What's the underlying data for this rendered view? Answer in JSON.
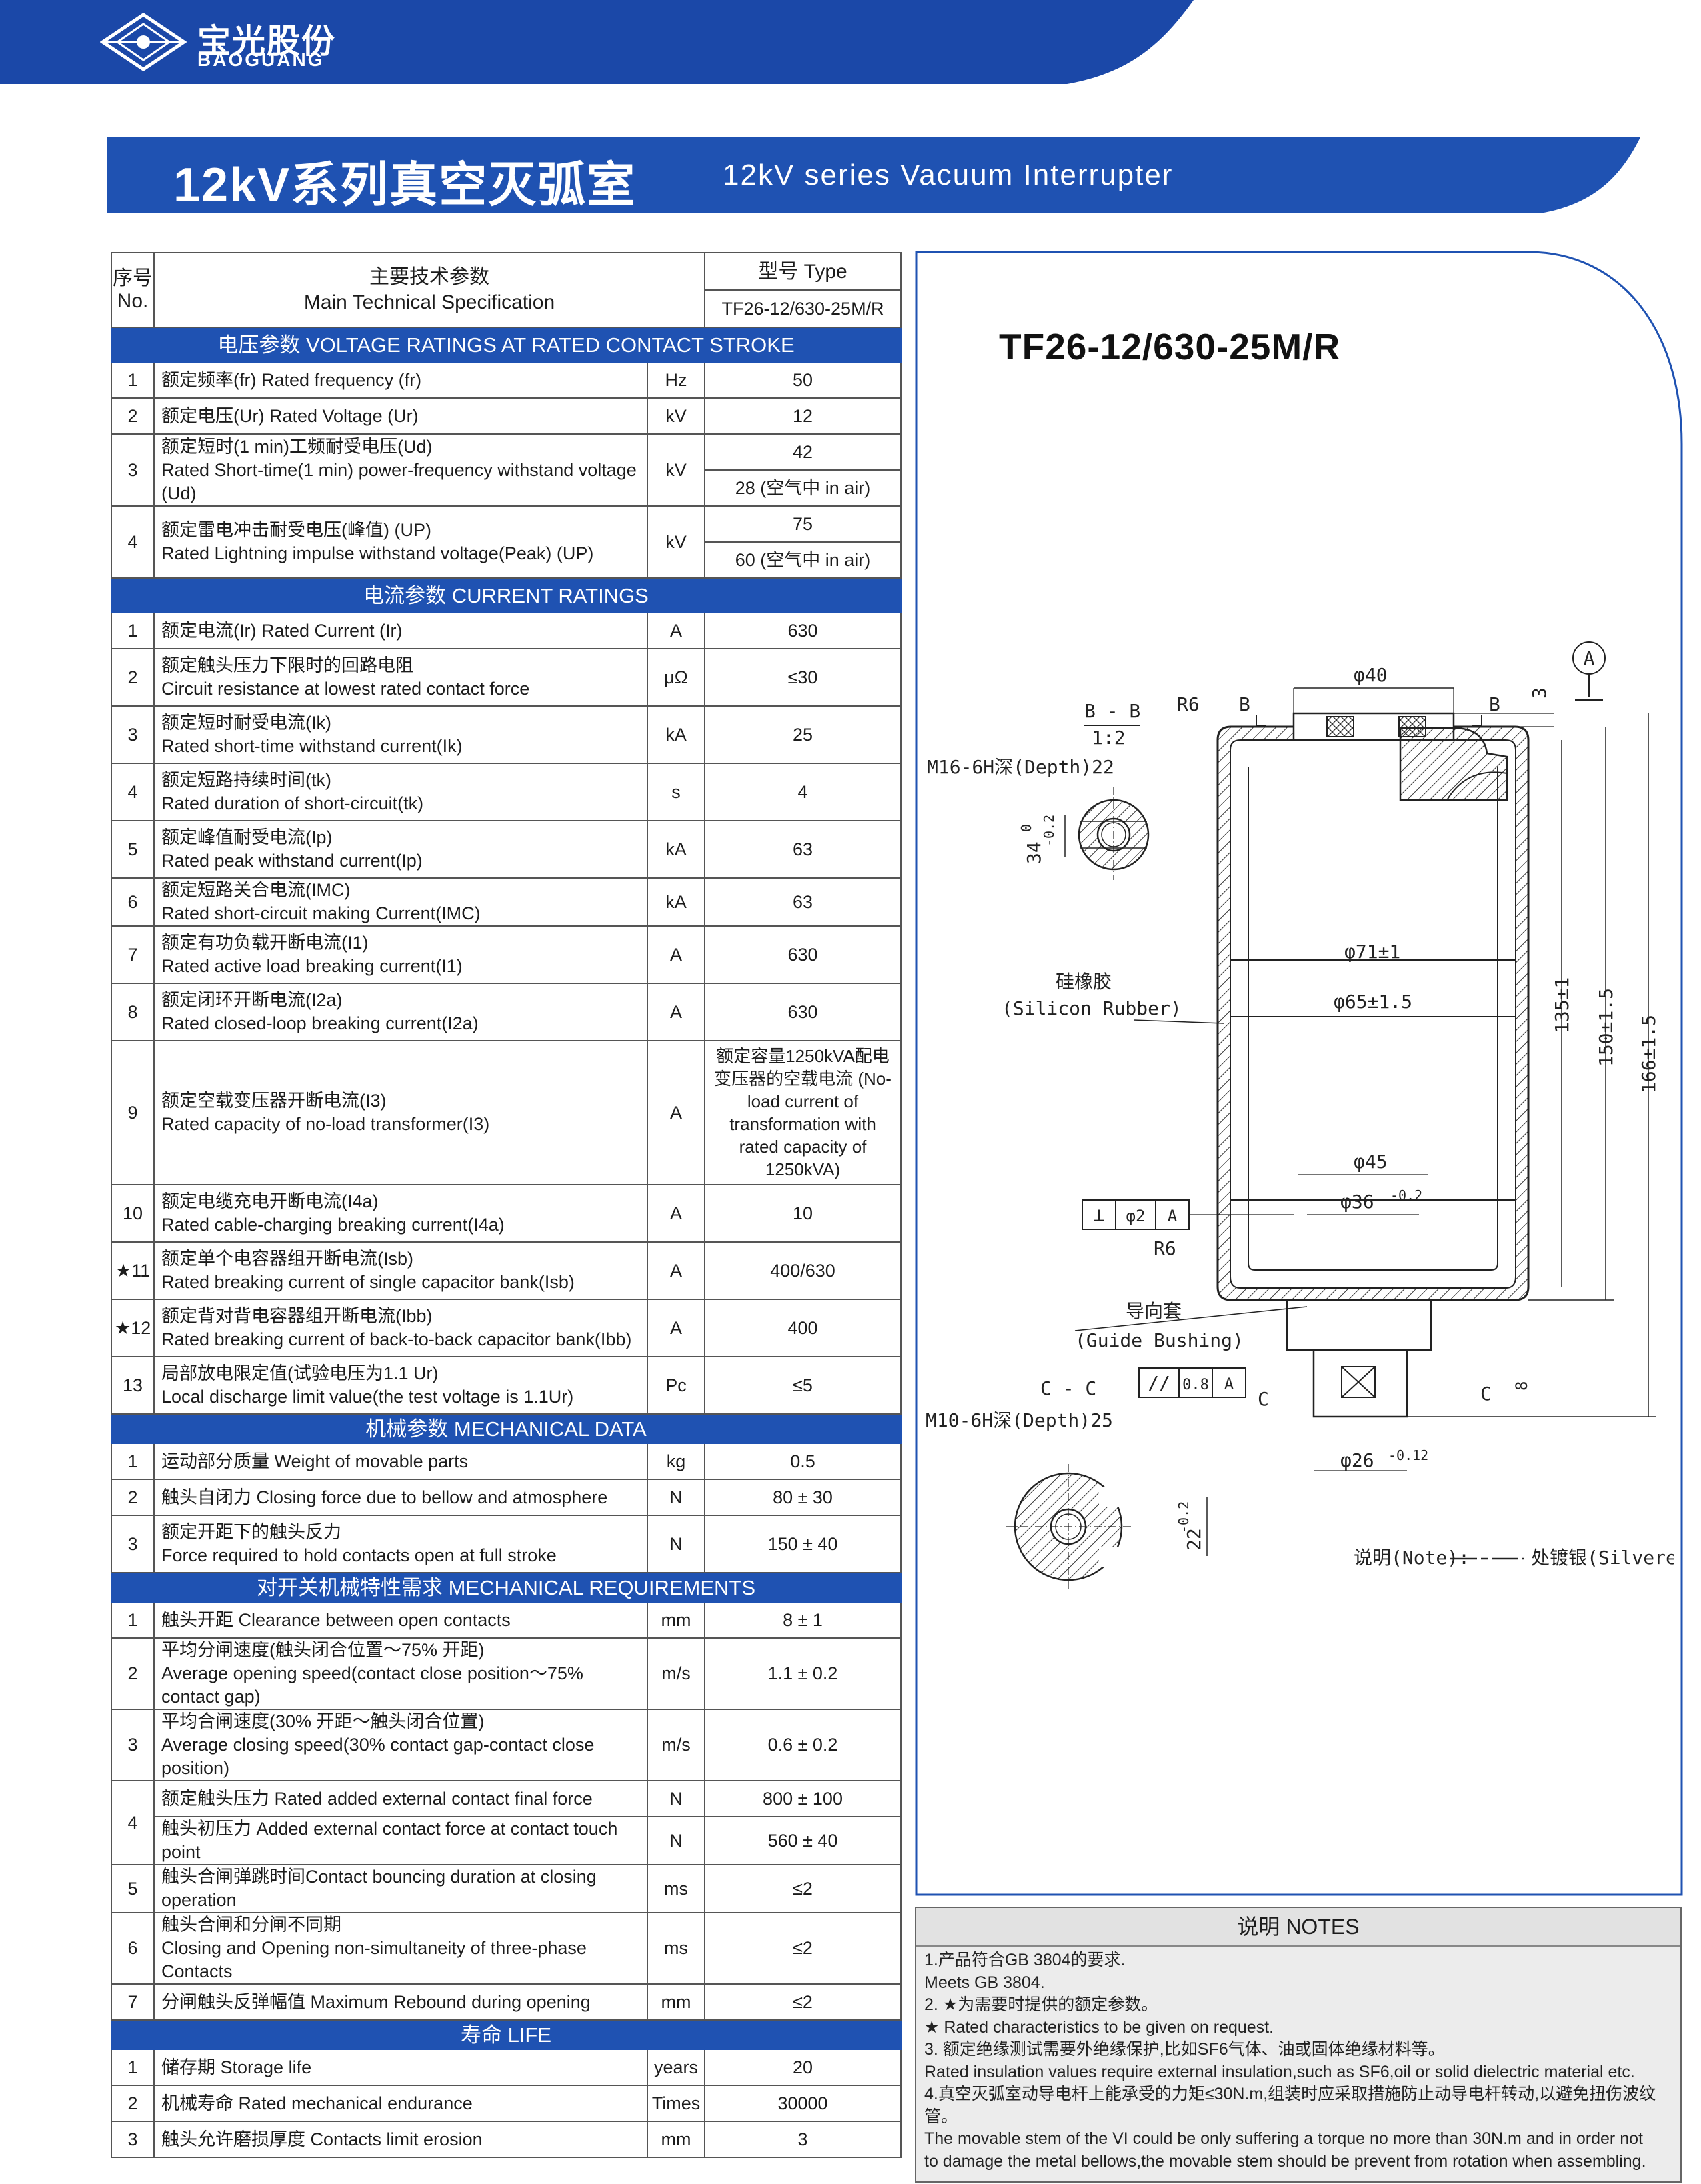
{
  "brand": {
    "name_cn": "宝光股份",
    "name_en": "BAOGUANG",
    "colors": {
      "primary_blue": "#1f52b2",
      "header_blue": "#1b48a8"
    }
  },
  "title": {
    "cn": "12kV系列真空灭弧室",
    "en": "12kV series Vacuum Interrupter"
  },
  "table": {
    "header": {
      "no_cn": "序号",
      "no_en": "No.",
      "spec_cn": "主要技术参数",
      "spec_en": "Main Technical Specification",
      "type_label": "型号 Type",
      "type_value": "TF26-12/630-25M/R"
    },
    "sections": [
      {
        "title": "电压参数   VOLTAGE RATINGS AT RATED CONTACT STROKE",
        "rows": [
          {
            "no": "1",
            "cn": "额定频率(fr) Rated frequency (fr)",
            "en": "",
            "unit": "Hz",
            "values": [
              "50"
            ]
          },
          {
            "no": "2",
            "cn": "额定电压(Ur)  Rated Voltage (Ur)",
            "en": "",
            "unit": "kV",
            "values": [
              "12"
            ]
          },
          {
            "no": "3",
            "cn": "额定短时(1 min)工频耐受电压(Ud)",
            "en": "Rated Short-time(1 min) power-frequency withstand voltage (Ud)",
            "unit": "kV",
            "values": [
              "42",
              "28 (空气中 in air)"
            ]
          },
          {
            "no": "4",
            "cn": "额定雷电冲击耐受电压(峰值) (UP)",
            "en": "Rated Lightning impulse withstand voltage(Peak) (UP)",
            "unit": "kV",
            "values": [
              "75",
              "60 (空气中 in air)"
            ]
          }
        ]
      },
      {
        "title": "电流参数  CURRENT RATINGS",
        "rows": [
          {
            "no": "1",
            "cn": "额定电流(Ir) Rated Current (Ir)",
            "en": "",
            "unit": "A",
            "values": [
              "630"
            ]
          },
          {
            "no": "2",
            "cn": "额定触头压力下限时的回路电阻",
            "en": "Circuit resistance at lowest rated contact force",
            "unit": "μΩ",
            "values": [
              "≤30"
            ]
          },
          {
            "no": "3",
            "cn": "额定短时耐受电流(Ik)",
            "en": "Rated short-time withstand current(Ik)",
            "unit": "kA",
            "values": [
              "25"
            ]
          },
          {
            "no": "4",
            "cn": "额定短路持续时间(tk)",
            "en": "Rated duration of short-circuit(tk)",
            "unit": "s",
            "values": [
              "4"
            ]
          },
          {
            "no": "5",
            "cn": "额定峰值耐受电流(Ip)",
            "en": "Rated peak withstand current(Ip)",
            "unit": "kA",
            "values": [
              "63"
            ]
          },
          {
            "no": "6",
            "cn": "额定短路关合电流(IMC)",
            "en": "Rated short-circuit making Current(IMC)",
            "unit": "kA",
            "values": [
              "63"
            ]
          },
          {
            "no": "7",
            "cn": "额定有功负载开断电流(I1)",
            "en": "Rated active load breaking current(I1)",
            "unit": "A",
            "values": [
              "630"
            ]
          },
          {
            "no": "8",
            "cn": "额定闭环开断电流(I2a)",
            "en": "Rated closed-loop breaking current(I2a)",
            "unit": "A",
            "values": [
              "630"
            ]
          },
          {
            "no": "9",
            "cn": "额定空载变压器开断电流(I3)",
            "en": "Rated capacity of no-load transformer(I3)",
            "unit": "A",
            "values": [
              "额定容量1250kVA配电变压器的空载电流 (No-load current of transformation with rated capacity of 1250kVA)"
            ]
          },
          {
            "no": "10",
            "cn": "额定电缆充电开断电流(I4a)",
            "en": "Rated cable-charging breaking current(I4a)",
            "unit": "A",
            "values": [
              "10"
            ]
          },
          {
            "no": "★11",
            "cn": "额定单个电容器组开断电流(Isb)",
            "en": "Rated breaking current of single capacitor bank(Isb)",
            "unit": "A",
            "values": [
              "400/630"
            ]
          },
          {
            "no": "★12",
            "cn": "额定背对背电容器组开断电流(Ibb)",
            "en": "Rated breaking current of back-to-back capacitor bank(Ibb)",
            "unit": "A",
            "values": [
              "400"
            ]
          },
          {
            "no": "13",
            "cn": "局部放电限定值(试验电压为1.1 Ur)",
            "en": "Local discharge limit value(the test voltage is 1.1Ur)",
            "unit": "Pc",
            "values": [
              "≤5"
            ]
          }
        ]
      },
      {
        "title": "机械参数  MECHANICAL DATA",
        "rows": [
          {
            "no": "1",
            "cn": "运动部分质量 Weight of movable parts",
            "en": "",
            "unit": "kg",
            "values": [
              "0.5"
            ]
          },
          {
            "no": "2",
            "cn": "触头自闭力 Closing force due to bellow and atmosphere",
            "en": "",
            "unit": "N",
            "values": [
              "80 ± 30"
            ]
          },
          {
            "no": "3",
            "cn": "额定开距下的触头反力",
            "en": "Force required to hold contacts open at full stroke",
            "unit": "N",
            "values": [
              "150 ± 40"
            ]
          }
        ]
      },
      {
        "title": "对开关机械特性需求  MECHANICAL REQUIREMENTS",
        "rows": [
          {
            "no": "1",
            "cn": "触头开距 Clearance between open contacts",
            "en": "",
            "unit": "mm",
            "values": [
              "8 ± 1"
            ]
          },
          {
            "no": "2",
            "cn": "平均分闸速度(触头闭合位置～75% 开距)",
            "en": "Average opening speed(contact close position～75% contact gap)",
            "unit": "m/s",
            "values": [
              "1.1 ± 0.2"
            ]
          },
          {
            "no": "3",
            "cn": "平均合闸速度(30% 开距～触头闭合位置)",
            "en": "Average closing speed(30% contact gap-contact close position)",
            "unit": "m/s",
            "values": [
              "0.6 ± 0.2"
            ]
          },
          {
            "no": "4",
            "cn": "额定触头压力 Rated added external contact final force",
            "en": "",
            "unit": "N",
            "values": [
              "800 ± 100"
            ]
          },
          {
            "no": "",
            "cn": "触头初压力 Added external contact force at contact touch point",
            "en": "",
            "unit": "N",
            "values": [
              "560 ± 40"
            ]
          },
          {
            "no": "5",
            "cn": "触头合闸弹跳时间Contact bouncing duration at closing operation",
            "en": "",
            "unit": "ms",
            "values": [
              "≤2"
            ]
          },
          {
            "no": "6",
            "cn": "触头合闸和分闸不同期",
            "en": "Closing and Opening non-simultaneity of three-phase Contacts",
            "unit": "ms",
            "values": [
              "≤2"
            ]
          },
          {
            "no": "7",
            "cn": "分闸触头反弹幅值 Maximum Rebound during opening",
            "en": "",
            "unit": "mm",
            "values": [
              "≤2"
            ]
          }
        ]
      },
      {
        "title": "寿命  LIFE",
        "rows": [
          {
            "no": "1",
            "cn": "储存期 Storage life",
            "en": "",
            "unit": "years",
            "values": [
              "20"
            ]
          },
          {
            "no": "2",
            "cn": "机械寿命 Rated mechanical endurance",
            "en": "",
            "unit": "Times",
            "values": [
              "30000"
            ]
          },
          {
            "no": "3",
            "cn": "触头允许磨损厚度 Contacts limit erosion",
            "en": "",
            "unit": "mm",
            "values": [
              "3"
            ]
          }
        ]
      }
    ]
  },
  "model_title": "TF26-12/630-25M/R",
  "drawing": {
    "labels": {
      "datum_a": "A",
      "section_bb": "B - B",
      "scale": "1:2",
      "b_mark": "B",
      "r6": "R6",
      "m16": "M16-6H深(Depth)22",
      "dia40": "φ40",
      "dim3": "3",
      "dim34": "34",
      "tol34": "-0.2",
      "tol0": "0",
      "dia71": "φ71±1",
      "dia65": "φ65±1.5",
      "dim135": "135±1",
      "dim150": "150±1.5",
      "dim166": "166±1.5",
      "silicon_cn": "硅橡胶",
      "silicon_en": "(Silicon Rubber)",
      "dia45": "φ45",
      "dia36": "φ36",
      "tol36": "-0.2",
      "perp": "⊥",
      "perp_val": "φ2",
      "perp_ref": "A",
      "guide_cn": "导向套",
      "guide_en": "(Guide Bushing)",
      "par": "//",
      "par_val": "0.8",
      "par_ref": "A",
      "section_cc": "C - C",
      "c_mark": "C",
      "dim8": "8",
      "m10": "M10-6H深(Depth)25",
      "dia26": "φ26",
      "tol26": "-0.12",
      "dim22": "22",
      "tol22": "-0.2",
      "note_prefix": "说明(Note):",
      "note_silver": "处镀银(Silvered)"
    }
  },
  "notes": {
    "title": "说明   NOTES",
    "lines": [
      "1.产品符合GB 3804的要求.",
      "   Meets GB 3804.",
      "2. ★为需要时提供的额定参数。",
      "★ Rated characteristics to be given on request.",
      "3. 额定绝缘测试需要外绝缘保护,比如SF6气体、油或固体绝缘材料等。",
      "Rated insulation values require external insulation,such as SF6,oil or solid dielectric material etc.",
      "4.真空灭弧室动导电杆上能承受的力矩≤30N.m,组装时应采取措施防止动导电杆转动,以避免扭伤波纹",
      "管。",
      "The movable stem of the VI could be only suffering a torque no more than 30N.m and in order not",
      "to damage the metal bellows,the movable stem should be prevent from rotation when assembling."
    ]
  }
}
